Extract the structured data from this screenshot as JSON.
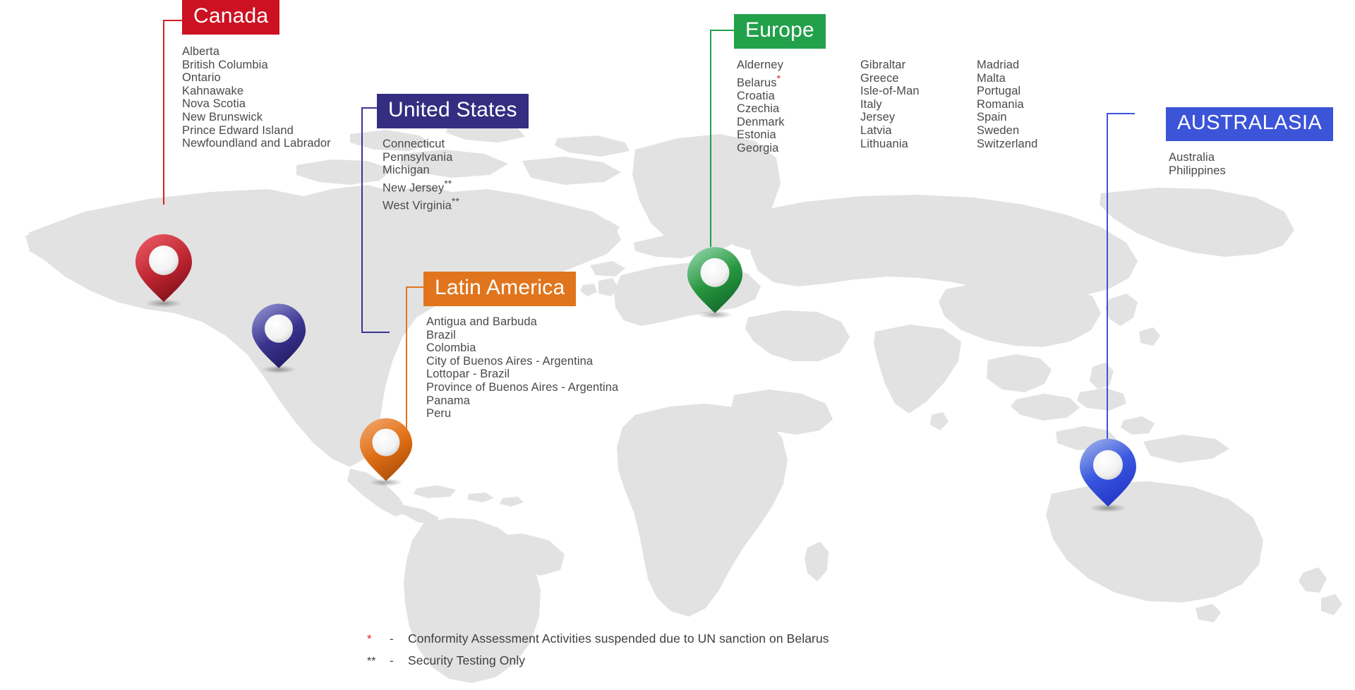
{
  "footnotes": [
    {
      "mark": "*",
      "dash": "-",
      "text": "Conformity Assessment Activities suspended due to UN sanction on Belarus"
    },
    {
      "mark": "**",
      "dash": "-",
      "text": "Security Testing Only"
    }
  ],
  "regions": [
    {
      "id": "canada",
      "title": "Canada",
      "color": "#CC1122",
      "columns": [
        [
          "Alberta",
          "British Columbia",
          "Ontario",
          "Kahnawake",
          "Nova Scotia",
          "New Brunswick",
          "Prince Edward Island",
          "Newfoundland and Labrador"
        ]
      ]
    },
    {
      "id": "united-states",
      "title": "United States",
      "color": "#332E80",
      "columns": [
        [
          "Connecticut",
          "Pennsylvania",
          "Michigan",
          "New Jersey**",
          "West Virginia**"
        ]
      ]
    },
    {
      "id": "latin-america",
      "title": "Latin America",
      "color": "#E0751E",
      "columns": [
        [
          "Antigua and Barbuda",
          "Brazil",
          "Colombia",
          "City of Buenos Aires - Argentina",
          "Lottopar - Brazil",
          "Province of Buenos Aires - Argentina",
          "Panama",
          "Peru"
        ]
      ]
    },
    {
      "id": "europe",
      "title": "Europe",
      "color": "#22A04A",
      "columns": [
        [
          "Alderney",
          "Belarus*",
          "Croatia",
          "Czechia",
          "Denmark",
          "Estonia",
          "Georgia"
        ],
        [
          "Gibraltar",
          "Greece",
          "Isle-of-Man",
          "Italy",
          "Jersey",
          "Latvia",
          "Lithuania"
        ],
        [
          "Madriad",
          "Malta",
          "Portugal",
          "Romania",
          "Spain",
          "Sweden",
          "Switzerland"
        ]
      ]
    },
    {
      "id": "australasia",
      "title": "AUSTRALASIA",
      "color": "#3B54D8",
      "columns": [
        [
          "Australia",
          "Philippines"
        ]
      ]
    }
  ],
  "pins": [
    {
      "id": "pin-canada",
      "label": "Canada",
      "color_light": "#E8555F",
      "color_dark": "#8E1420"
    },
    {
      "id": "pin-united-states",
      "label": "United States",
      "color_light": "#8A8ACB",
      "color_dark": "#241B6E"
    },
    {
      "id": "pin-latin-america",
      "label": "Latin America",
      "color_light": "#F0A165",
      "color_dark": "#C05A10"
    },
    {
      "id": "pin-europe",
      "label": "Europe",
      "color_light": "#8BD0A2",
      "color_dark": "#0E6B2C"
    },
    {
      "id": "pin-australasia",
      "label": "Australasia",
      "color_light": "#93A8E8",
      "color_dark": "#2438CE"
    }
  ]
}
